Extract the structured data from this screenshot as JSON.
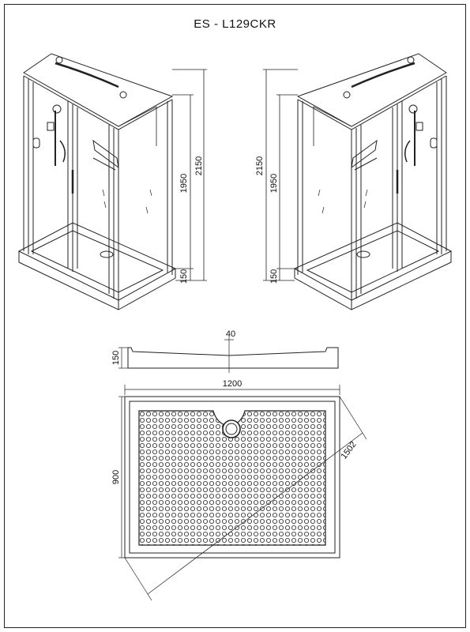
{
  "title": "ES - L129CKR",
  "dimensions": {
    "total_height": "2150",
    "cabin_height": "1950",
    "base_height": "150",
    "tray_height": "150",
    "tray_slope": "40",
    "width": "1200",
    "depth": "900",
    "diagonal": "1502"
  }
}
